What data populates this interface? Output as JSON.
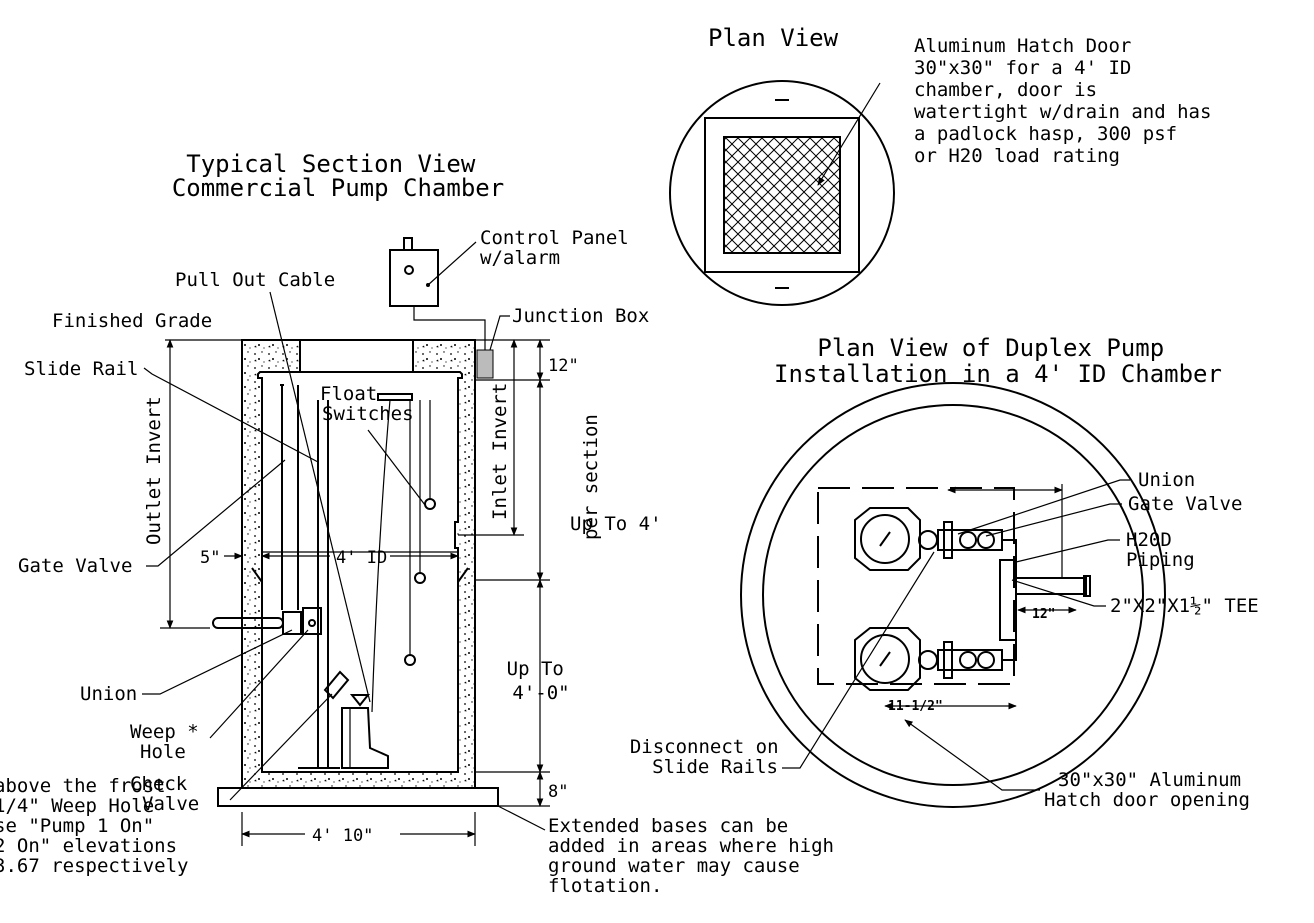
{
  "plan_view": {
    "title": "Plan View",
    "hatch_note": [
      "Aluminum Hatch Door",
      "30\"x30\" for a 4' ID",
      "chamber, door is",
      "watertight w/drain and has",
      "a padlock hasp, 300 psf",
      "or H20 load rating"
    ]
  },
  "section_view": {
    "title": [
      "Typical Section View",
      "Commercial Pump Chamber"
    ],
    "labels": {
      "control_panel": [
        "Control Panel",
        "w/alarm"
      ],
      "pull_out_cable": "Pull Out Cable",
      "finished_grade": "Finished Grade",
      "junction_box": "Junction Box",
      "slide_rail": "Slide Rail",
      "float_switches": [
        "Float",
        "Switches"
      ],
      "outlet_invert": "Outlet Invert",
      "inlet_invert": "Inlet Invert",
      "gate_valve": "Gate Valve",
      "union": "Union",
      "weep_hole": [
        "Weep *",
        "Hole"
      ],
      "check_valve": [
        "Check",
        "Valve"
      ]
    },
    "dimensions": {
      "top": "12\"",
      "section": [
        "Up To 4'",
        "per section"
      ],
      "wall": "5\"",
      "id": "4' ID",
      "lower": [
        "Up To",
        "4'-0\""
      ],
      "base": "8\"",
      "width": "4' 10\""
    },
    "notes": {
      "extended_bases": [
        "Extended bases can be",
        "added in areas where high",
        "ground water may cause",
        "flotation."
      ],
      "footnote": [
        "above the frost",
        "1/4\" Weep Hole",
        "se \"Pump 1 On\"",
        "2 On\" elevations",
        "3.67 respectively"
      ]
    }
  },
  "duplex_view": {
    "title": [
      "Plan View of Duplex Pump",
      "Installation in a 4' ID Chamber"
    ],
    "labels": {
      "union": "Union",
      "gate_valve": "Gate Valve",
      "piping": [
        "H20D",
        "Piping"
      ],
      "tee": "2\"X2\"X1½\" TEE",
      "dim_12": "12\"",
      "dim_11": "11-1/2\"",
      "disconnect": [
        "Disconnect on",
        "Slide Rails"
      ],
      "hatch_opening": [
        "30\"x30\" Aluminum",
        "Hatch door opening"
      ]
    }
  }
}
